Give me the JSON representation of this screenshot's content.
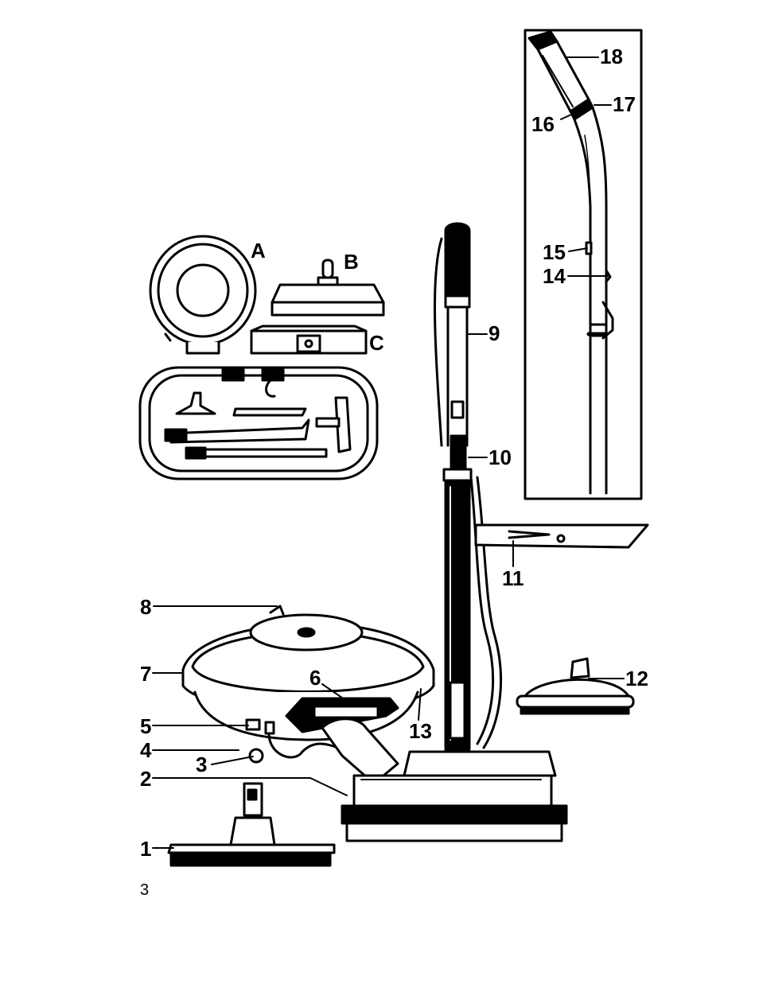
{
  "diagram": {
    "callouts": {
      "n1": "1",
      "n2": "2",
      "n3": "3",
      "n4": "4",
      "n5": "5",
      "n6": "6",
      "n7": "7",
      "n8": "8",
      "n9": "9",
      "n10": "10",
      "n11": "11",
      "n12": "12",
      "n13": "13",
      "n14": "14",
      "n15": "15",
      "n16": "16",
      "n17": "17",
      "n18": "18"
    },
    "accessory_letters": {
      "a": "A",
      "b": "B",
      "c": "C"
    }
  },
  "page_number": "3"
}
